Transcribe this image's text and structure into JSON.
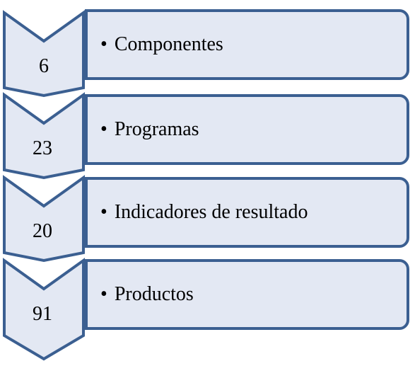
{
  "colors": {
    "chevron_fill": "#e3e8f3",
    "chevron_stroke": "#3b5f91",
    "box_fill": "#e3e8f3",
    "box_stroke": "#3b5f91"
  },
  "rows": [
    {
      "value": "6",
      "label": "Componentes"
    },
    {
      "value": "23",
      "label": "Programas"
    },
    {
      "value": "20",
      "label": "Indicadores de resultado"
    },
    {
      "value": "91",
      "label": "Productos"
    }
  ],
  "bullet": "•"
}
